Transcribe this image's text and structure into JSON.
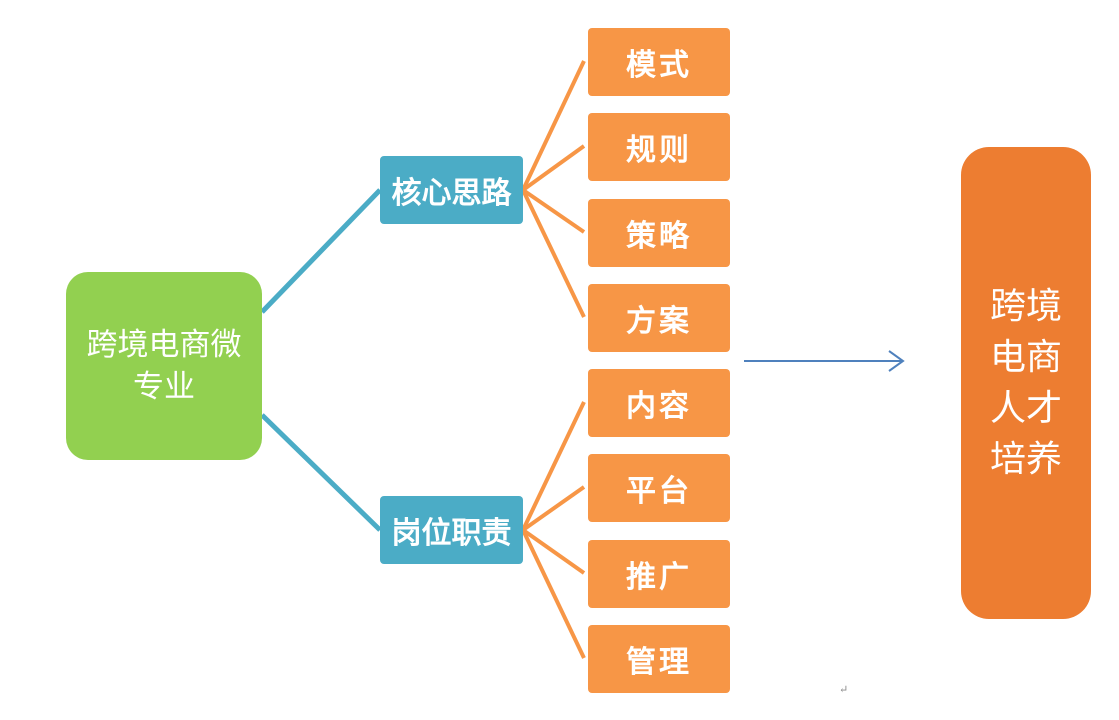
{
  "colors": {
    "root": "#92d050",
    "branch": "#4bacc6",
    "leaf": "#f79646",
    "result": "#ed7d31",
    "root_line": "#4bacc6",
    "leaf_line": "#f79646",
    "arrow": "#4f81bd"
  },
  "root": {
    "label": "跨境电商微专业"
  },
  "branches": [
    {
      "label": "核心思路",
      "leaves": [
        "模式",
        "规则",
        "策略",
        "方案"
      ]
    },
    {
      "label": "岗位职责",
      "leaves": [
        "内容",
        "平台",
        "推广",
        "管理"
      ]
    }
  ],
  "result": {
    "label": "跨境电商人才培养"
  },
  "paragraph_mark": "↵"
}
